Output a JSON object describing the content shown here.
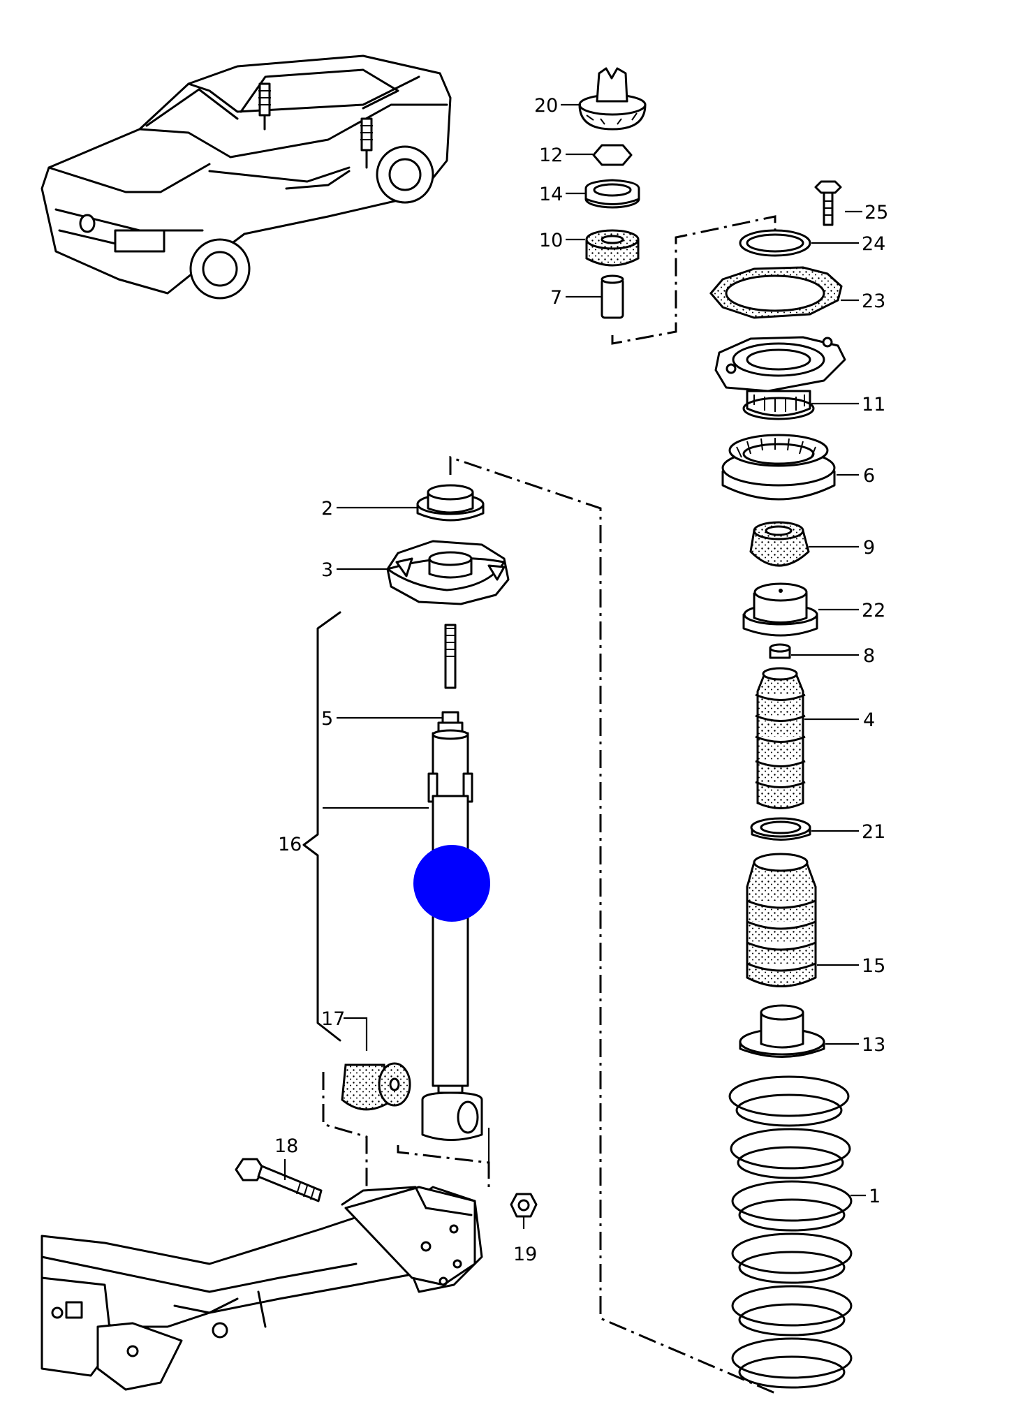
{
  "labels": {
    "l1": "1",
    "l2": "2",
    "l3": "3",
    "l4": "4",
    "l5": "5",
    "l6": "6",
    "l7": "7",
    "l8": "8",
    "l9": "9",
    "l10": "10",
    "l11": "11",
    "l12": "12",
    "l13": "13",
    "l14": "14",
    "l15": "15",
    "l16": "16",
    "l17": "17",
    "l18": "18",
    "l19": "19",
    "l20": "20",
    "l21": "21",
    "l22": "22",
    "l23": "23",
    "l24": "24",
    "l25": "25"
  },
  "colors": {
    "line": "#000000",
    "background": "#ffffff",
    "marker": "#0000ff"
  }
}
